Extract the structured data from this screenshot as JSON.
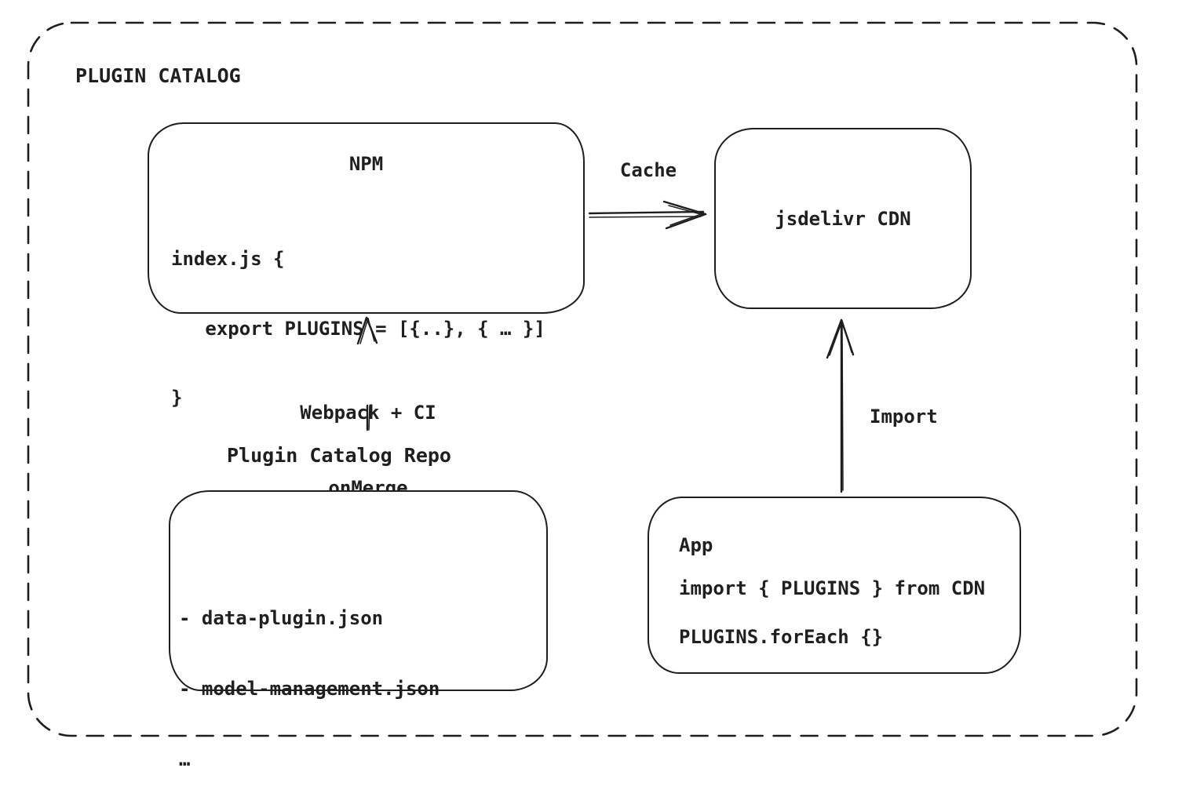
{
  "diagram": {
    "title": "PLUGIN CATALOG"
  },
  "colors": {
    "stroke": "#1e1e1e",
    "text": "#1f1f1f",
    "background": "#ffffff"
  },
  "nodes": {
    "npm": {
      "title": "NPM",
      "code_lines": [
        "index.js {",
        "   export PLUGINS = [{..}, { … }]",
        "}"
      ]
    },
    "cdn": {
      "title": "jsdelivr CDN"
    },
    "repo": {
      "caption": "Plugin Catalog Repo",
      "files": [
        "- data-plugin.json",
        "- model-management.json",
        "…"
      ]
    },
    "app": {
      "title": "App",
      "code_lines": [
        "import { PLUGINS } from CDN",
        "PLUGINS.forEach {}"
      ]
    }
  },
  "edges": {
    "cache": {
      "label": "Cache",
      "from": "NPM",
      "to": "jsdelivr CDN"
    },
    "build": {
      "label_line1": "Webpack + CI",
      "label_line2": "onMerge",
      "from": "Plugin Catalog Repo",
      "to": "NPM"
    },
    "import": {
      "label": "Import",
      "from": "App",
      "to": "jsdelivr CDN"
    }
  }
}
